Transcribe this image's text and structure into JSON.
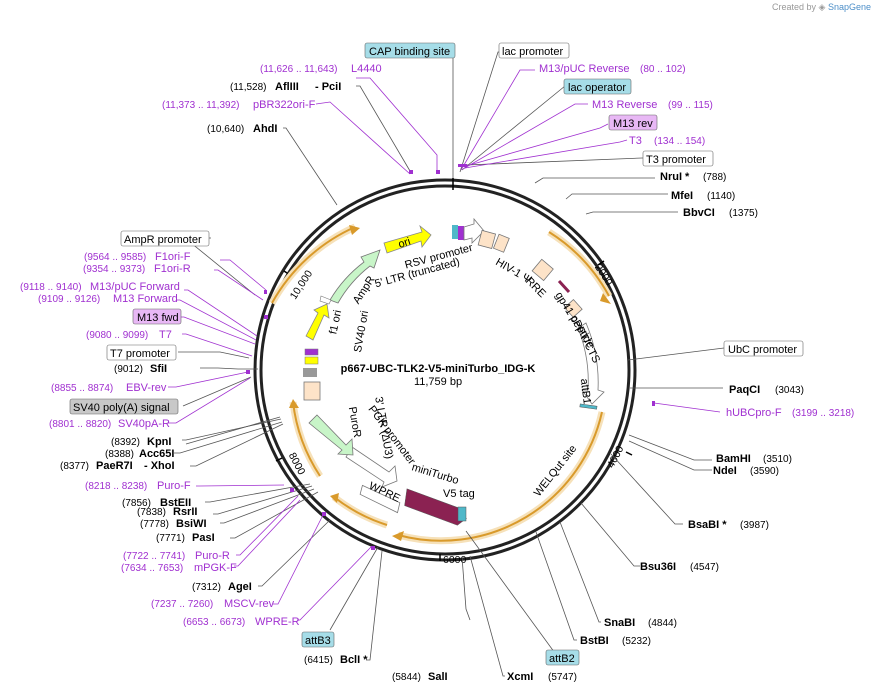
{
  "credit": {
    "prefix": "Created by",
    "brand": "SnapGene"
  },
  "plasmid": {
    "name": "p667-UBC-TLK2-V5-miniTurbo_IDG-K",
    "size": "11,759 bp"
  },
  "ticks": [
    "2000",
    "4000",
    "6000",
    "8000",
    "10,000"
  ],
  "enzymes": [
    {
      "name": "NruI *",
      "pos": "(788)"
    },
    {
      "name": "MfeI",
      "pos": "(1140)"
    },
    {
      "name": "BbvCI",
      "pos": "(1375)"
    },
    {
      "name": "PaqCI",
      "pos": "(3043)"
    },
    {
      "name": "BamHI",
      "pos": "(3510)"
    },
    {
      "name": "NdeI",
      "pos": "(3590)"
    },
    {
      "name": "BsaBI *",
      "pos": "(3987)"
    },
    {
      "name": "Bsu36I",
      "pos": "(4547)"
    },
    {
      "name": "SnaBI",
      "pos": "(4844)"
    },
    {
      "name": "BstBI",
      "pos": "(5232)"
    },
    {
      "name": "XcmI",
      "pos": "(5747)"
    },
    {
      "name": "SalI",
      "pos": "(5844)"
    },
    {
      "name": "BclI *",
      "pos": "(6415)"
    },
    {
      "name": "AgeI",
      "pos": "(7312)"
    },
    {
      "name": "PasI",
      "pos": "(7771)"
    },
    {
      "name": "BsiWI",
      "pos": "(7778)"
    },
    {
      "name": "RsrII",
      "pos": "(7838)"
    },
    {
      "name": "BstEII",
      "pos": "(7856)"
    },
    {
      "name": "- XhoI",
      "pos": "(8377)"
    },
    {
      "name": "PaeR7I",
      "pos": ""
    },
    {
      "name": "Acc65I",
      "pos": "(8388)"
    },
    {
      "name": "KpnI",
      "pos": "(8392)"
    },
    {
      "name": "SfiI",
      "pos": "(9012)"
    },
    {
      "name": "AhdI",
      "pos": "(10,640)"
    },
    {
      "name": "AflIII",
      "pos": "(11,528)"
    },
    {
      "name": "- PciI",
      "pos": ""
    }
  ],
  "primers": [
    {
      "name": "L4440",
      "range": "(11,626 .. 11,643)"
    },
    {
      "name": "pBR322ori-F",
      "range": "(11,373 .. 11,392)"
    },
    {
      "name": "M13/pUC Reverse",
      "range": "(80 .. 102)"
    },
    {
      "name": "M13 Reverse",
      "range": "(99 .. 115)"
    },
    {
      "name": "T3",
      "range": "(134 .. 154)"
    },
    {
      "name": "hUBCpro-F",
      "range": "(3199 .. 3218)"
    },
    {
      "name": "F1ori-F",
      "range": "(9564 .. 9585)"
    },
    {
      "name": "F1ori-R",
      "range": "(9354 .. 9373)"
    },
    {
      "name": "M13/pUC Forward",
      "range": "(9118 .. 9140)"
    },
    {
      "name": "M13 Forward",
      "range": "(9109 .. 9126)"
    },
    {
      "name": "T7",
      "range": "(9080 .. 9099)"
    },
    {
      "name": "EBV-rev",
      "range": "(8855 .. 8874)"
    },
    {
      "name": "SV40pA-R",
      "range": "(8801 .. 8820)"
    },
    {
      "name": "Puro-F",
      "range": "(8218 .. 8238)"
    },
    {
      "name": "Puro-R",
      "range": "(7722 .. 7741)"
    },
    {
      "name": "mPGK-F",
      "range": "(7634 .. 7653)"
    },
    {
      "name": "MSCV-rev",
      "range": "(7237 .. 7260)"
    },
    {
      "name": "WPRE-R",
      "range": "(6653 .. 6673)"
    }
  ],
  "boxes": {
    "cap": "CAP binding site",
    "lac_promoter": "lac promoter",
    "lac_operator": "lac operator",
    "m13_rev": "M13 rev",
    "t3_promoter": "T3 promoter",
    "ubc_promoter": "UbC promoter",
    "ampr_promoter": "AmpR promoter",
    "m13_fwd": "M13 fwd",
    "t7_promoter": "T7 promoter",
    "sv40_polya": "SV40 poly(A) signal",
    "attb3": "attB3",
    "attb2": "attB2"
  },
  "features": {
    "ori": "ori",
    "rsv": "RSV promoter",
    "ltr5": "5' LTR (truncated)",
    "hiv": "HIV-1 Ψ",
    "rre": "RRE",
    "gp41": "gp41 peptide",
    "cppt": "cPPT/CTS",
    "attb1": "attB1",
    "welqut": "WELQut site",
    "ampr": "AmpR",
    "f1ori": "f1 ori",
    "sv40ori": "SV40 ori",
    "ltr3": "3' LTR (ΔU3)",
    "puror": "PuroR",
    "pgk": "PGK promoter",
    "miniturbo": "miniTurbo",
    "v5": "V5 tag",
    "wpre": "WPRE"
  },
  "colors": {
    "primer": "#a030d0",
    "orf_orange": "#e8a33c",
    "ori_yellow": "#ffff00",
    "ampr_green": "#c8f5c8",
    "miniturbo_maroon": "#8b2252",
    "box_cyan": "#a6dde8",
    "box_violet": "#e8b8f5",
    "box_gray": "#c8c8c8"
  }
}
